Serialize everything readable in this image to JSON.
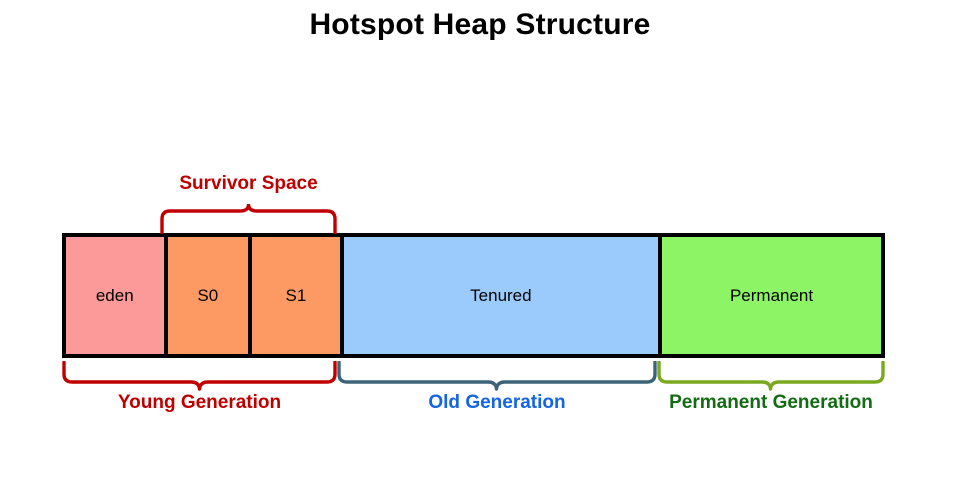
{
  "title": "Hotspot Heap Structure",
  "diagram": {
    "type": "heap-structure-diagram",
    "regions": [
      {
        "id": "eden",
        "label": "eden",
        "color": "#fc9a9a"
      },
      {
        "id": "s0",
        "label": "S0",
        "color": "#fd9a63"
      },
      {
        "id": "s1",
        "label": "S1",
        "color": "#fd9a63"
      },
      {
        "id": "tenured",
        "label": "Tenured",
        "color": "#9bcbfd"
      },
      {
        "id": "permanent",
        "label": "Permanent",
        "color": "#8cf465"
      }
    ],
    "braces": [
      {
        "id": "survivor-space",
        "label": "Survivor Space",
        "spans": [
          "s0",
          "s1"
        ],
        "position": "above",
        "text_color": "#c00000",
        "brace_color": "#c00000"
      },
      {
        "id": "young-generation",
        "label": "Young Generation",
        "spans": [
          "eden",
          "s0",
          "s1"
        ],
        "position": "below",
        "text_color": "#c00000",
        "brace_color": "#c00000"
      },
      {
        "id": "old-generation",
        "label": "Old Generation",
        "spans": [
          "tenured"
        ],
        "position": "below",
        "text_color": "#1464e6",
        "brace_color": "#3d6379"
      },
      {
        "id": "permanent-generation",
        "label": "Permanent Generation",
        "spans": [
          "permanent"
        ],
        "position": "below",
        "text_color": "#136b13",
        "brace_color": "#7ba81e"
      }
    ],
    "border_color": "#000000",
    "background_color": "#ffffff"
  }
}
